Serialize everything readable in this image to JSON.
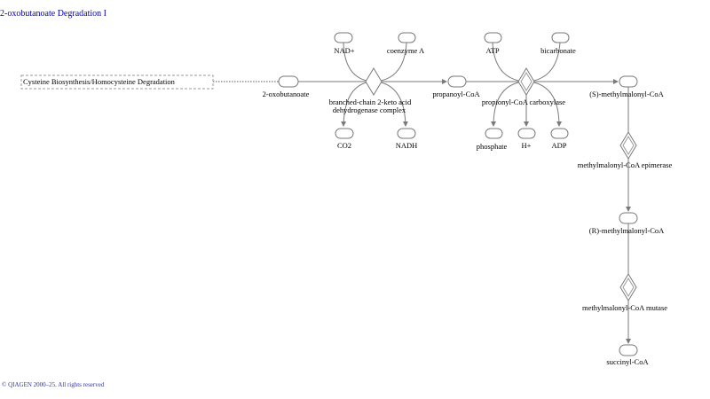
{
  "title": "2-oxobutanoate Degradation I",
  "footer": "© QIAGEN 2000–25. All rights reserved",
  "colors": {
    "title": "#0000cc",
    "footer": "#3333aa",
    "edge": "#7a7a7a"
  },
  "link_pathway": "Cysteine Biosynthesis/Homocysteine Degradation",
  "metabolites": {
    "oxobutanoate": "2-oxobutanoate",
    "nad": "NAD+",
    "coa": "coenzyme A",
    "co2": "CO2",
    "nadh": "NADH",
    "propanoyl": "propanoyl-CoA",
    "atp": "ATP",
    "bicarbonate": "bicarbonate",
    "phosphate": "phosphate",
    "hplus": "H+",
    "adp": "ADP",
    "s_mm": "(S)-methylmalonyl-CoA",
    "r_mm": "(R)-methylmalonyl-CoA",
    "succinyl": "succinyl-CoA"
  },
  "enzymes": {
    "bckdh_line1": "branched-chain 2-keto acid",
    "bckdh_line2": "dehydrogenase complex",
    "pcc": "propionyl-CoA carboxylase",
    "epimerase": "methylmalonyl-CoA epimerase",
    "mutase": "methylmalonyl-CoA mutase"
  }
}
